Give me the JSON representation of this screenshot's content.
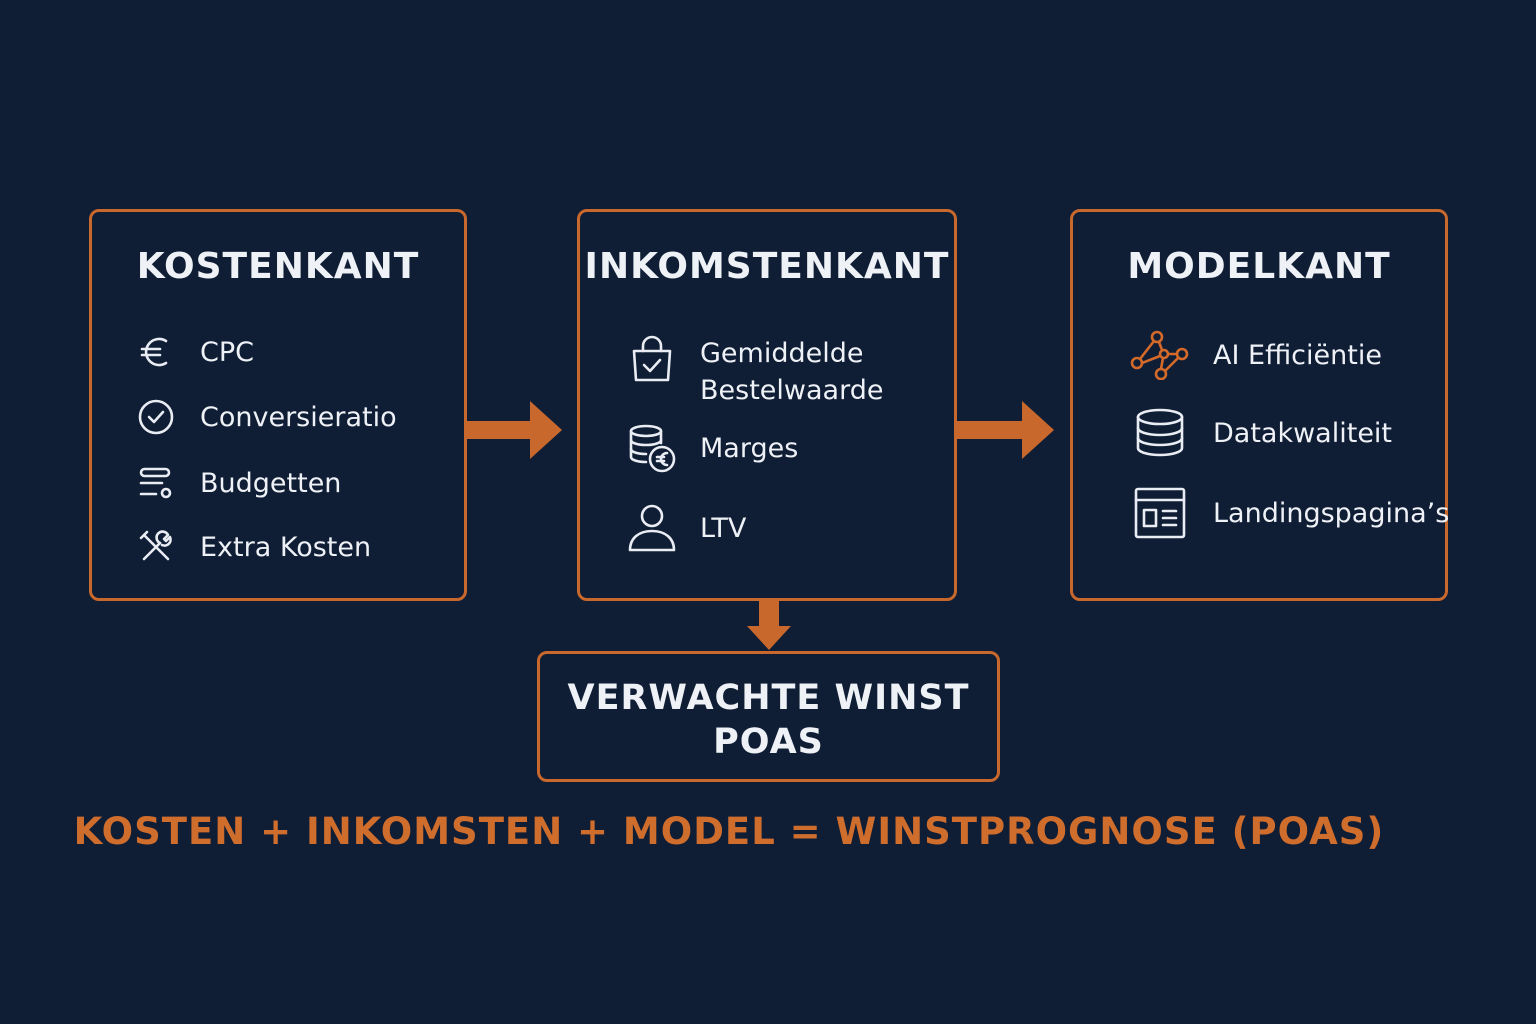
{
  "colors": {
    "background": "#0f1d35",
    "accent": "#c8682c",
    "text": "#eef1f5"
  },
  "cost_box": {
    "title": "KOSTENKANT",
    "items": [
      {
        "label": "CPC",
        "icon": "euro-icon"
      },
      {
        "label": "Conversieratio",
        "icon": "check-circle-icon"
      },
      {
        "label": "Budgetten",
        "icon": "budget-bars-icon"
      },
      {
        "label": "Extra Kosten",
        "icon": "tools-icon"
      }
    ]
  },
  "income_box": {
    "title": "INKOMSTENKANT",
    "items": [
      {
        "label_line1": "Gemiddelde",
        "label_line2": "Bestelwaarde",
        "icon": "shopping-bag-check-icon"
      },
      {
        "label": "Marges",
        "icon": "coins-euro-icon"
      },
      {
        "label": "LTV",
        "icon": "user-icon"
      }
    ]
  },
  "model_box": {
    "title": "MODELKANT",
    "items": [
      {
        "label": "AI Efficiëntie",
        "icon": "ai-network-icon"
      },
      {
        "label": "Datakwaliteit",
        "icon": "database-icon"
      },
      {
        "label": "Landingspagina’s",
        "icon": "landing-page-icon"
      }
    ]
  },
  "result_box": {
    "line1": "VERWACHTE WINST",
    "line2": "POAS"
  },
  "formula": "KOSTEN + INKOMSTEN + MODEL = WINSTPROGNOSE (POAS)"
}
